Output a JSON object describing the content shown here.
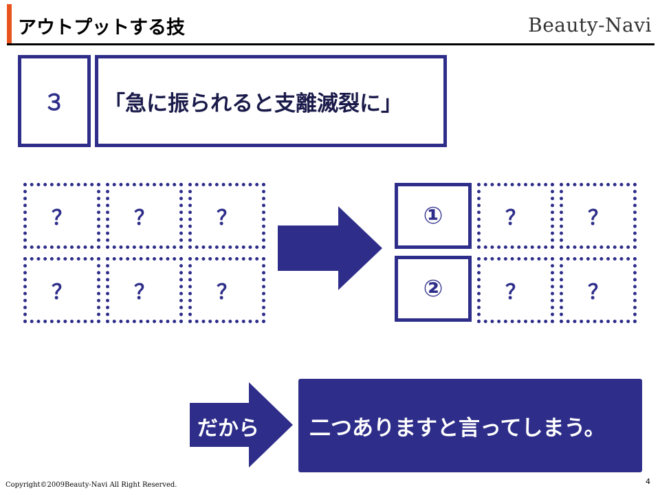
{
  "header": {
    "title": "アウトプットする技",
    "logo_text": "Beauty-Navi"
  },
  "section": {
    "number": "３",
    "heading": "「急に振られると支離滅裂に」"
  },
  "left_grid": {
    "cells": [
      "？",
      "？",
      "？",
      "？",
      "？",
      "？"
    ]
  },
  "right_grid": {
    "cells": [
      "①",
      "？",
      "？",
      "②",
      "？",
      "？"
    ]
  },
  "bottom": {
    "connector": "だから",
    "conclusion": "二つありますと言ってしまう。"
  },
  "footer": {
    "copyright": "Copyright©2009Beauty-Navi All Right Reserved.",
    "page_number": "4"
  },
  "colors": {
    "navy": "#2e2e8a",
    "accent": "#e8541e"
  }
}
